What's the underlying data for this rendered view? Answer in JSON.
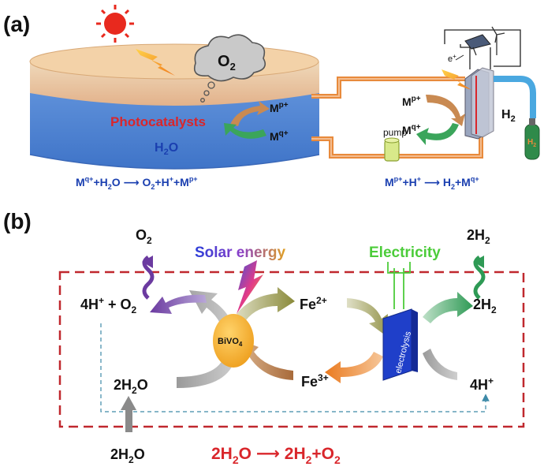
{
  "panel_a": {
    "tag": "(a)",
    "o2": "O",
    "o2_sub": "2",
    "photocatalysts": "Photocatalysts",
    "h2o": "H",
    "h2o_sub": "2",
    "h2o_tail": "O",
    "mp_main": "M",
    "mp_sup": "p+",
    "mq_main": "M",
    "mq_sup": "q+",
    "pump": "pump",
    "electron": "e",
    "electron_sup": "+",
    "h2_main": "H",
    "h2_sub": "2",
    "cyl_label": "H",
    "cyl_sub": "2",
    "eq_left": "Mq+ +H2O → O2+H+ +Mp+",
    "eq_right": "Mp+ +H+ → H2+Mq+"
  },
  "panel_b": {
    "tag": "(b)",
    "solar": "Solar energy",
    "electricity": "Electricity",
    "o2_top": "O2",
    "h2_top": "2H2",
    "left_top": "4H+ + O2",
    "left_bottom": "2H2O",
    "bottom_in": "2H2O",
    "catalyst": "BiVO4",
    "fe2": "Fe2+",
    "fe3": "Fe3+",
    "electrolysis": "electrolysis",
    "right_top": "2H2",
    "right_bottom": "4H+",
    "overall": "2H2O → 2H2+O2"
  },
  "colors": {
    "tank_water": "#4f86d6",
    "tank_top": "#f2c79a",
    "pipe": "#e88a3c",
    "equation_blue": "#1a3fb0",
    "dash_red": "#c0282e",
    "electricity_green": "#4ccc3a",
    "catalyst_yellow": "#f2b331",
    "electrode_blue": "#1f3fc9",
    "red_text": "#d9262b"
  }
}
